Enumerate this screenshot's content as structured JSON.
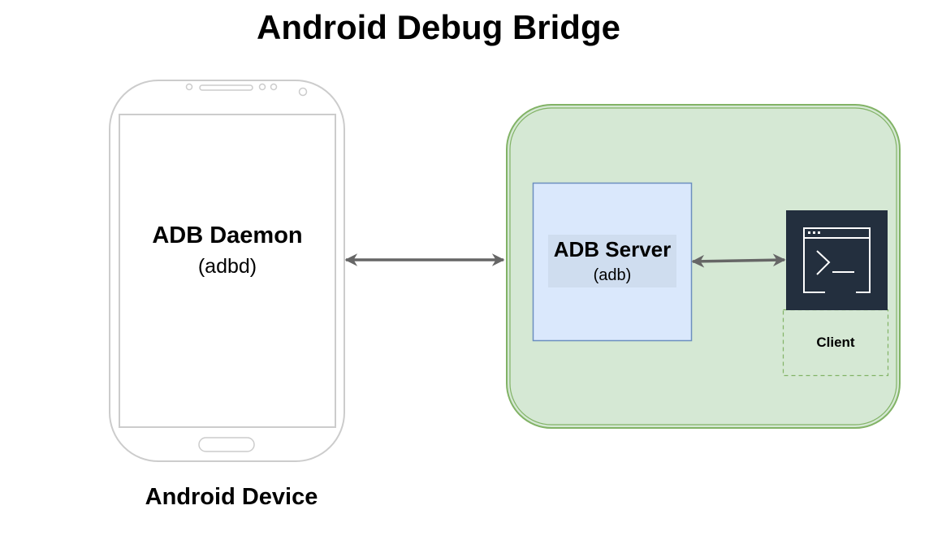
{
  "title": "Android Debug Bridge",
  "device": {
    "label": "Android Device",
    "daemon": {
      "name": "ADB Daemon",
      "command": "(adbd)"
    }
  },
  "host": {
    "server": {
      "name": "ADB Server",
      "command": "(adb)"
    },
    "client": {
      "label": "Client",
      "icon": "terminal-icon"
    }
  },
  "connections": [
    {
      "from": "ADB Daemon",
      "to": "ADB Server",
      "direction": "bidirectional"
    },
    {
      "from": "ADB Server",
      "to": "Client",
      "direction": "bidirectional"
    }
  ],
  "colors": {
    "host_fill": "#d5e8d4",
    "host_stroke": "#82b366",
    "server_fill": "#dae8fc",
    "server_stroke": "#6c8ebf",
    "terminal_bg": "#232f3e",
    "arrow": "#666666",
    "phone_outline": "#cccccc"
  }
}
